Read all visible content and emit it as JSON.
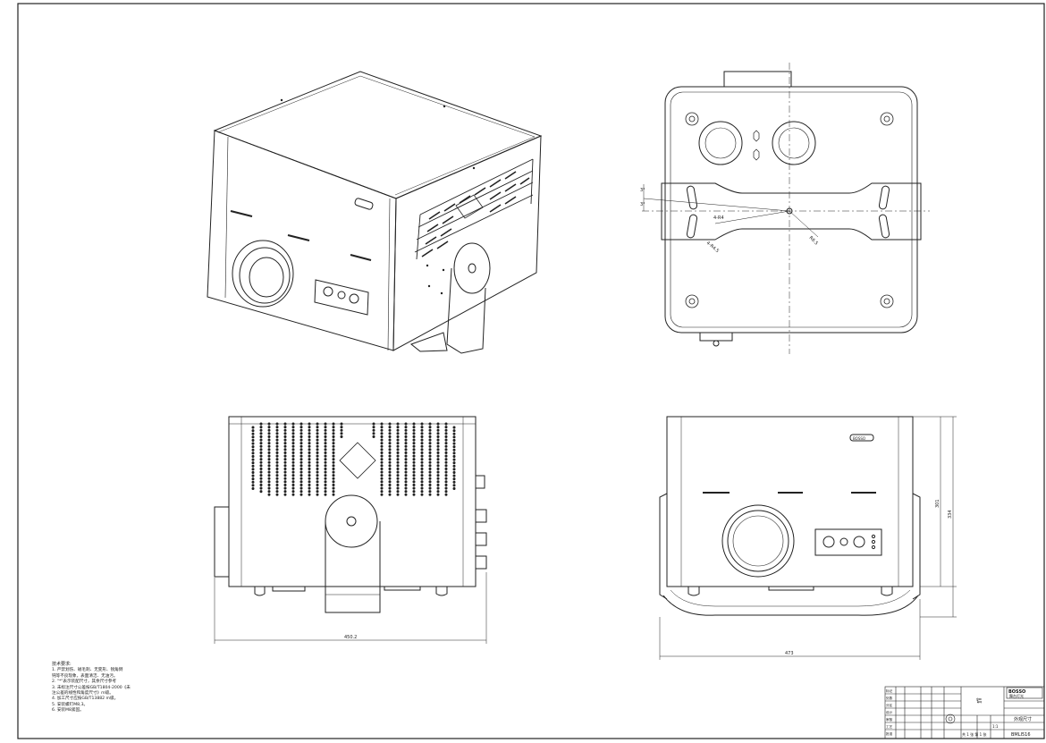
{
  "drawing": {
    "dimensions": {
      "side_width": "450.2",
      "front_width": "473",
      "front_height_inner": "301",
      "front_height_outer": "334"
    },
    "top_view": {
      "angle_1": "3°",
      "angle_2": "3°",
      "dim_slot": "4-R4",
      "dim_center": "R6.5",
      "dim_slot2": "4-R4.5"
    },
    "badge_text": "BOSSO"
  },
  "notes": {
    "title": "技术要求:",
    "lines": [
      "1. 严禁划伤、碰毛刺、无变形、锐角倒",
      "   钝等不良现象，表面清洁、无油污。",
      "2. \"*\"表示装配尺寸，其余尺寸参考",
      "3. 未标注尺寸公差按GB/T1804-2000《未",
      "   注公差的线性和角度尺寸》m级。",
      "4. 加工尺寸应按GB/T13882 m级。",
      "5. 安装螺钉M8,3。",
      "6. 安装M8紧固。"
    ]
  },
  "title_block": {
    "logo_line1": "BOSSO",
    "logo_line2": "舞台灯光",
    "drawing_name": "外观尺寸",
    "drawing_code": "BMLI516",
    "material_label": "铝",
    "scale": "1:1",
    "sheet_info": "共 1 张  第 1 张",
    "rows": [
      "标记",
      "处数",
      "分区",
      "设计",
      "审核",
      "工艺",
      "批准"
    ]
  }
}
